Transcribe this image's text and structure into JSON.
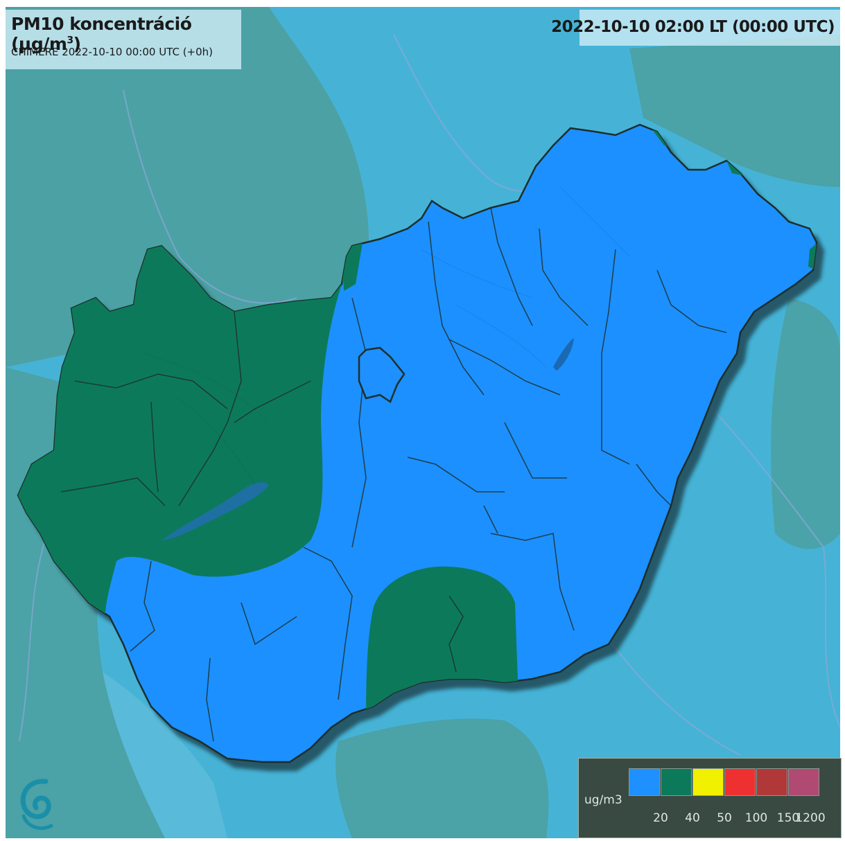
{
  "header": {
    "title": "PM10 koncentráció (µg/m",
    "title_superscript": "3",
    "title_close": ")",
    "subtitle": "CHIMERE 2022-10-10 00:00 UTC (+0h)"
  },
  "timestamp": "2022-10-10 02:00 LT (00:00 UTC)",
  "legend": {
    "unit": "ug/m3",
    "classes": [
      {
        "color": "#1e90ff"
      },
      {
        "color": "#0c7a5a"
      },
      {
        "color": "#f0f000"
      },
      {
        "color": "#ee3030"
      },
      {
        "color": "#b03838"
      },
      {
        "color": "#b04a72"
      }
    ],
    "ticks": [
      "20",
      "40",
      "50",
      "100",
      "150",
      "1200"
    ]
  },
  "colors": {
    "background_land": "#3aa6c8",
    "outside_cyan": "#4bb8da",
    "outside_teal": "#4c9f9f",
    "low_class": "#1e90ff",
    "mid_class": "#0c7a5a"
  },
  "icons": {
    "logo": "swirl-logo-icon"
  }
}
